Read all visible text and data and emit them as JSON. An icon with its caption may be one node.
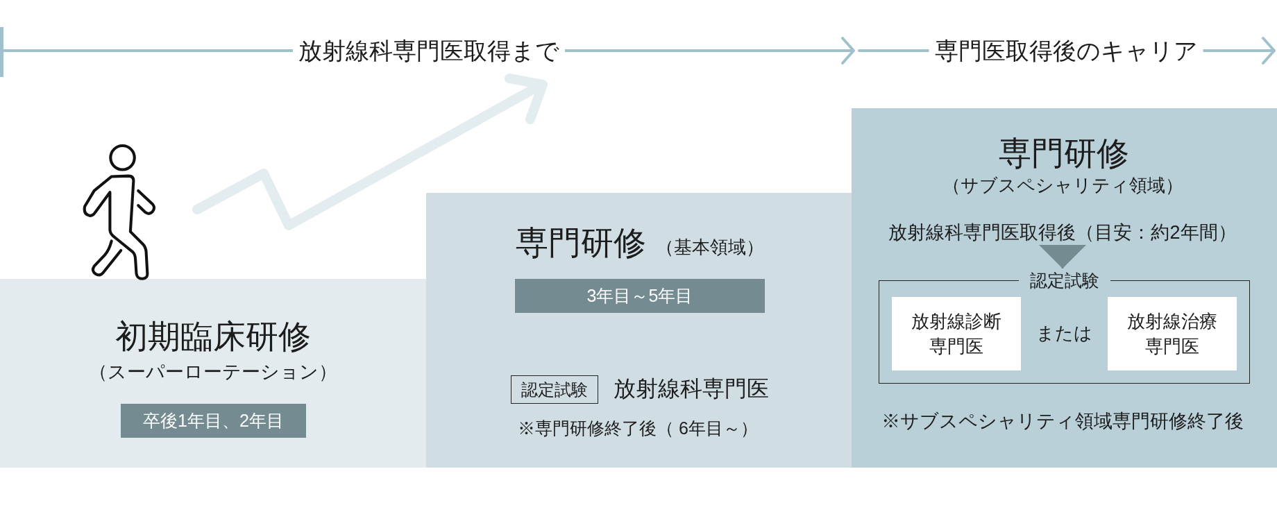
{
  "diagram": {
    "nodes": [
      {
        "text": [
          "初期臨床研修",
          "（スーパーローテーション）"
        ]
      },
      {
        "text": [
          "卒後1年目、2年目"
        ],
        "in": 0
      },
      {
        "text": [
          "専門研修",
          "（基本領域）",
          "※専門研修終了後（ 6年目～）"
        ]
      },
      {
        "text": [
          "3年目～5年目"
        ],
        "in": 2
      },
      {
        "text": [
          "認定試験"
        ],
        "in": 2,
        "beside": [
          "放射線科専門医"
        ]
      },
      {
        "text": [
          "専門研修",
          "（サブスペシャリティ領域）",
          "※サブスペシャリティ領域専門研修終了後"
        ]
      },
      {
        "text": [
          "放射線科専門医取得後（目安：約2年間）"
        ],
        "in": 5
      },
      {
        "text": [
          "認定試験",
          "または"
        ],
        "in": 5
      },
      {
        "text": [
          "放射線診断専門医"
        ],
        "in": 7
      },
      {
        "text": [
          "放射線治療専門医"
        ],
        "in": 7
      }
    ],
    "edges": [
      {
        "from": 6,
        "to": 7,
        "arrow": "to"
      }
    ],
    "labels": [
      "放射線科専門医取得まで",
      "専門医取得後のキャリア"
    ]
  }
}
